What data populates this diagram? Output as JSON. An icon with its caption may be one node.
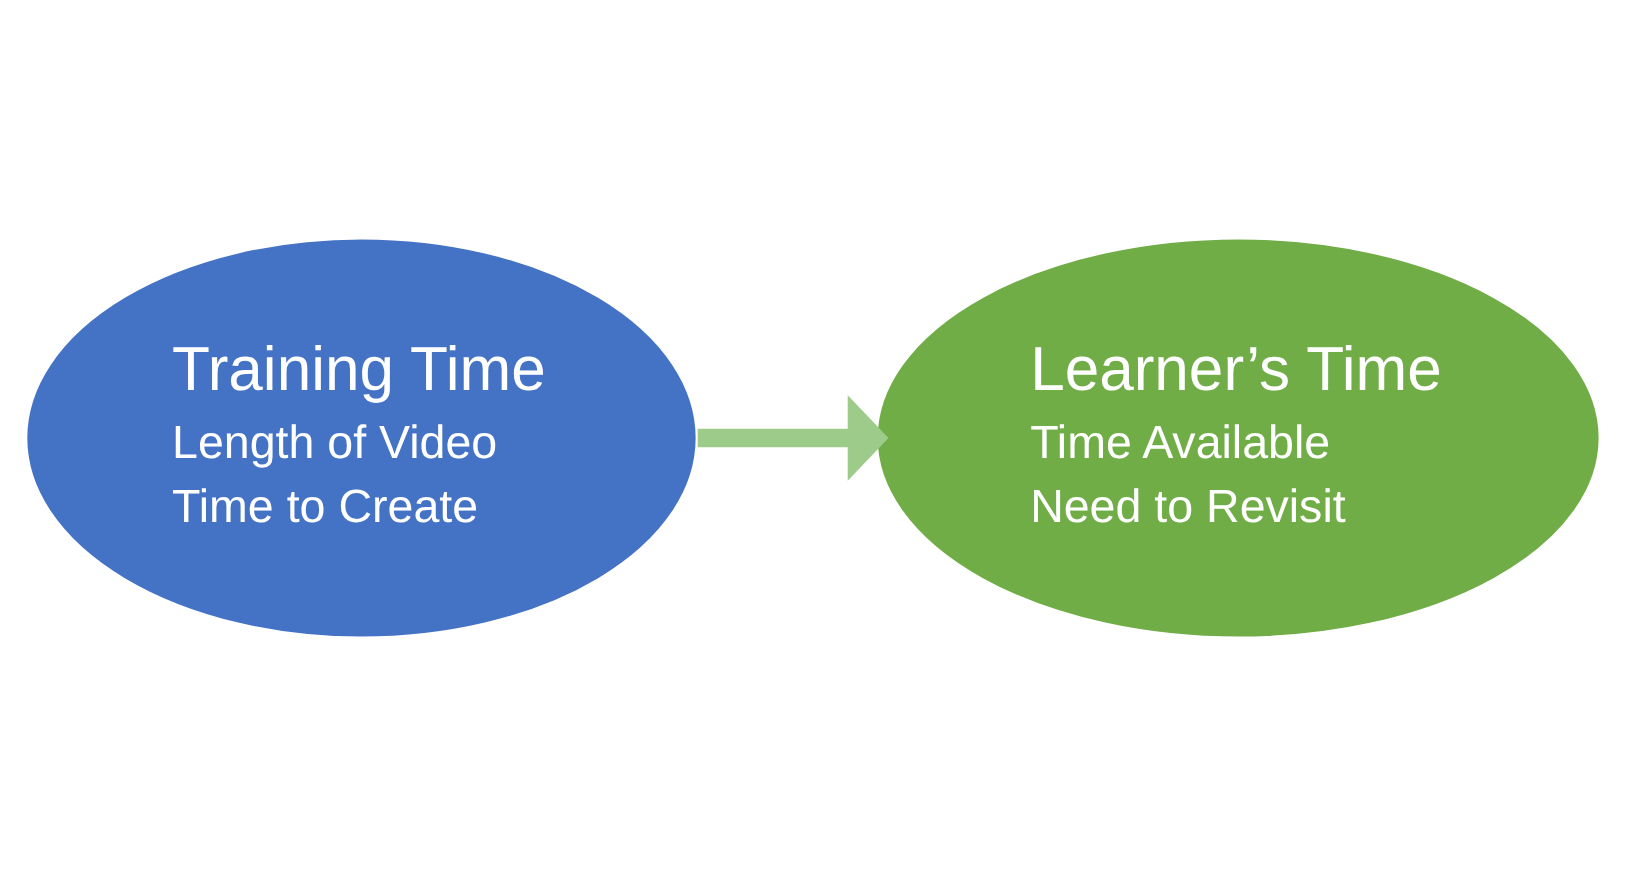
{
  "diagram": {
    "nodes": [
      {
        "text": [
          "Training Time",
          "Length of Video",
          "Time to Create"
        ]
      },
      {
        "text": [
          "Learner’s Time",
          "Time Available",
          "Need to Revisit"
        ]
      }
    ],
    "edges": [
      {
        "from": 0,
        "to": 1,
        "arrow": "to"
      }
    ]
  }
}
